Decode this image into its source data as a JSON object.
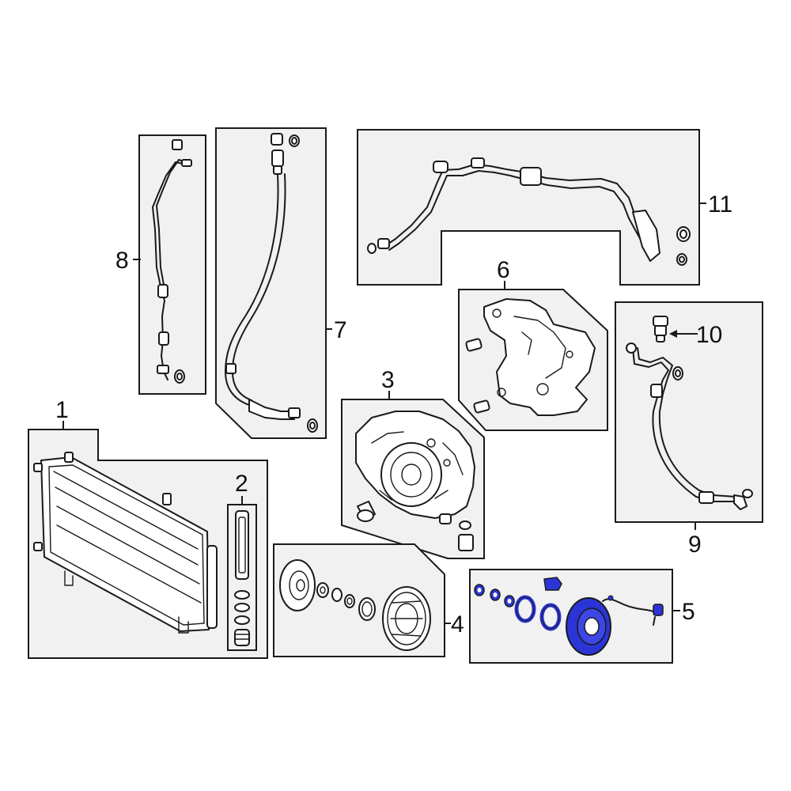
{
  "diagram": {
    "callouts": {
      "c1": "1",
      "c2": "2",
      "c3": "3",
      "c4": "4",
      "c5": "5",
      "c6": "6",
      "c7": "7",
      "c8": "8",
      "c9": "9",
      "c10": "10",
      "c11": "11"
    },
    "colors": {
      "panel_fill": "#f1f1f1",
      "outline": "#1a1a1a",
      "highlight": "#2b35d6",
      "background": "#ffffff"
    },
    "highlighted_parts": [
      "5"
    ]
  }
}
